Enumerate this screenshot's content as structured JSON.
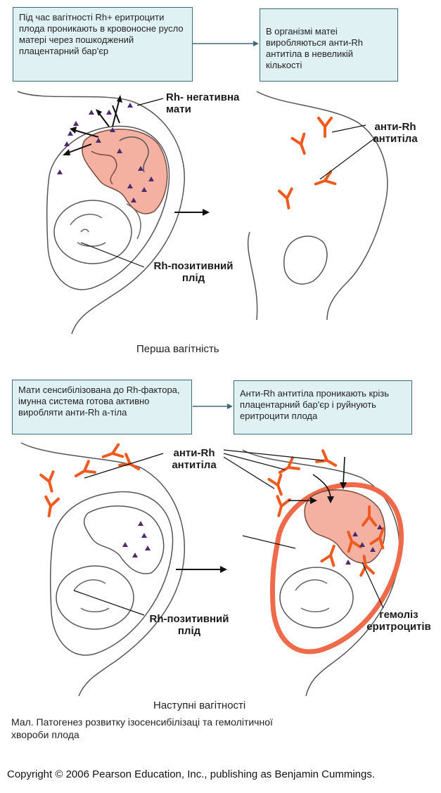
{
  "top": {
    "box_left": "Під час вагітності Rh+ еритроцити плода проникають в кровоносне русло матері через пошкоджений плацентарний бар'єр",
    "box_right": "В організмі матеі виробляються анти-Rh антитіла  в невеликій кількості",
    "label_mother": "Rh- негативна мати",
    "label_fetus": "Rh-позитивний плід",
    "label_antibodies": "анти-Rh антитіла",
    "caption": "Перша вагітність"
  },
  "bottom": {
    "box_left": "Мати сенсибілізована до Rh-фактора, імунна система готова активно виробляти анти-Rh а-тіла",
    "box_right": "Анти-Rh антитіла проникають крізь плацентарний бар'єр і руйнують еритроцити плода",
    "label_antibodies": "анти-Rh антитіла",
    "label_fetus": "Rh-позитивний плід",
    "label_hemolysis": "гемоліз еритроцитів",
    "caption": "Наступні вагітності"
  },
  "figure_caption": "Мал. Патогенез розвитку ізосенсибілізаці та гемолітичної хворoби плода",
  "copyright": "Copyright © 2006 Pearson Education, Inc., publishing as Benjamin Cummings.",
  "colors": {
    "box_fill": "#dff1f3",
    "box_border": "#3e6a78",
    "antibody": "#ee5a1f",
    "placenta": "#f4b0a0",
    "cells": "#4b2a6e",
    "outline": "#555555"
  }
}
